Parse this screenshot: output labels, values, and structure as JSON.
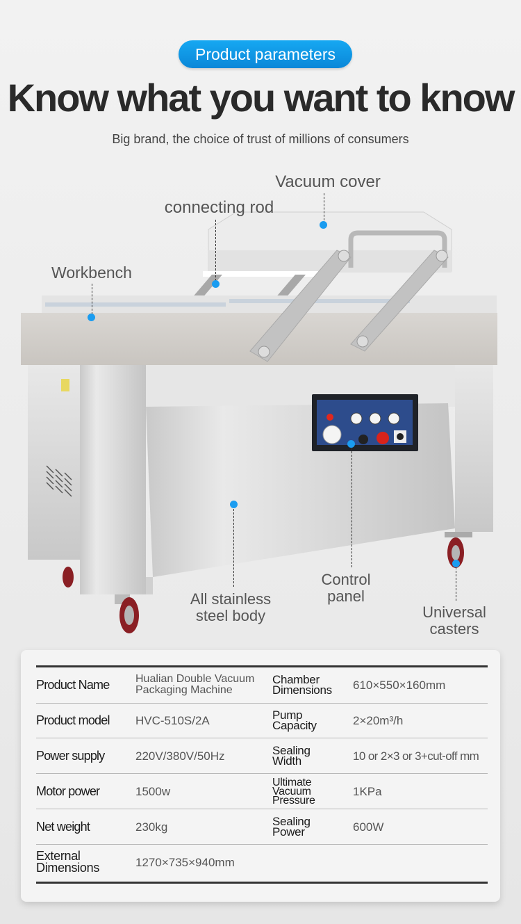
{
  "header": {
    "badge": "Product parameters",
    "headline": "Know what you want to know",
    "subline": "Big brand, the choice of trust of millions of consumers"
  },
  "callouts": {
    "vacuum_cover": "Vacuum cover",
    "connecting_rod": "connecting rod",
    "workbench": "Workbench",
    "control_panel_1": "Control",
    "control_panel_2": "panel",
    "body_1": "All stainless",
    "body_2": "steel body",
    "casters_1": "Universal",
    "casters_2": "casters"
  },
  "colors": {
    "accent": "#1a9cf0",
    "badge_top": "#16a8f2",
    "badge_bottom": "#0a87d8",
    "headline": "#2a2a2a"
  },
  "specs": {
    "rows": [
      {
        "l1": "Product Name",
        "v1a": "Hualian Double Vacuum",
        "v1b": "Packaging Machine",
        "l2a": "Chamber",
        "l2b": "Dimensions",
        "v2": "610×550×160mm"
      },
      {
        "l1": "Product model",
        "v1a": "HVC-510S/2A",
        "l2a": "Pump",
        "l2b": "Capacity",
        "v2": "2×20m³/h"
      },
      {
        "l1": "Power supply",
        "v1a": "220V/380V/50Hz",
        "l2a": "Sealing",
        "l2b": "Width",
        "v2": "10 or 2×3 or 3+cut-off mm"
      },
      {
        "l1": "Motor power",
        "v1a": "1500w",
        "l2a": "Ultimate",
        "l2b": "Vacuum",
        "l2c": "Pressure",
        "v2": "1KPa"
      },
      {
        "l1": "Net weight",
        "v1a": "230kg",
        "l2a": "Sealing",
        "l2b": "Power",
        "v2": "600W"
      },
      {
        "l1a": "External",
        "l1b": "Dimensions",
        "v1a": "1270×735×940mm"
      }
    ]
  }
}
